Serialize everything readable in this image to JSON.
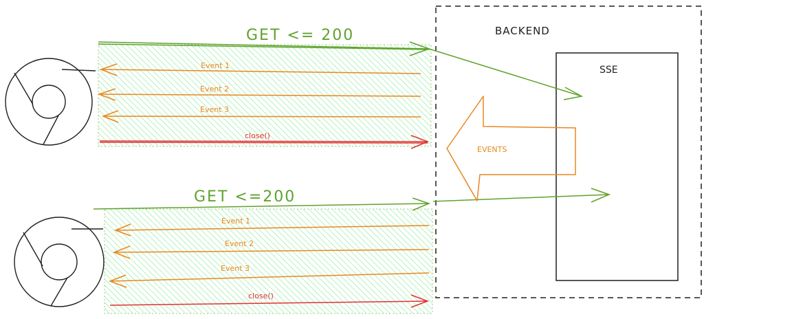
{
  "backend": {
    "label": "BACKEND"
  },
  "sse": {
    "label": "SSE"
  },
  "events_arrow": {
    "label": "EVENTS"
  },
  "flow_top": {
    "request": "GET <= 200",
    "events": [
      "Event 1",
      "Event 2",
      "Event 3"
    ],
    "close": "close()"
  },
  "flow_bottom": {
    "request": "GET <=200",
    "events": [
      "Event 1",
      "Event 2",
      "Event 3"
    ],
    "close": "close()"
  },
  "colors": {
    "request": "#5fa22c",
    "event": "#e8871e",
    "close": "#e03131",
    "stroke": "#1e1e1e",
    "hatch": "#b2f2bb"
  }
}
